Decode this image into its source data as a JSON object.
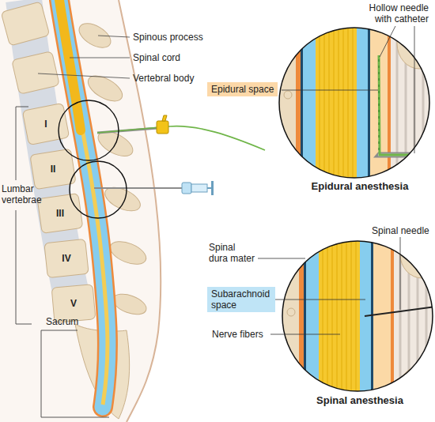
{
  "diagram": {
    "nodes": [
      {
        "text": [
          "Epidural space"
        ]
      },
      {
        "text": [
          "Subarachnoid space"
        ]
      }
    ],
    "labels": [
      "Spinous process",
      "Spinal cord",
      "Vertebral body",
      "I",
      "II",
      "III",
      "IV",
      "V",
      "Lumbar vertebrae",
      "Sacrum",
      "Hollow needle with catheter",
      "Epidural anesthesia",
      "Spinal needle",
      "Spinal dura mater",
      "Nerve fibers",
      "Spinal anesthesia"
    ]
  }
}
